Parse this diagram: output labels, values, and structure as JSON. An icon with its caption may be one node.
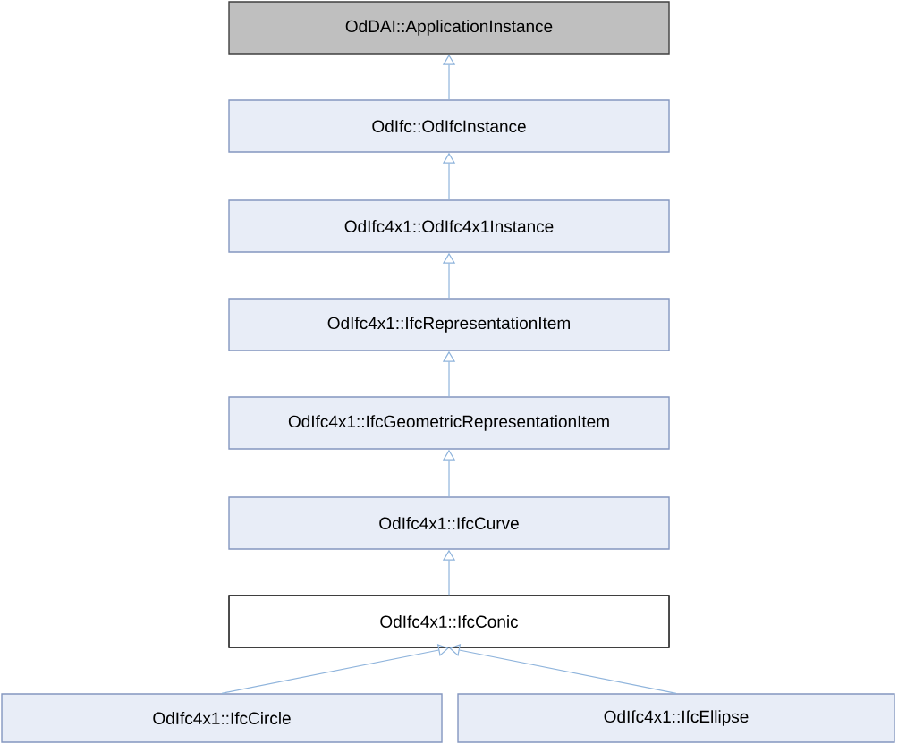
{
  "diagram": {
    "nodes": [
      {
        "text": [
          "OdDAI::ApplicationInstance"
        ]
      },
      {
        "text": [
          "OdIfc::OdIfcInstance"
        ]
      },
      {
        "text": [
          "OdIfc4x1::OdIfc4x1Instance"
        ]
      },
      {
        "text": [
          "OdIfc4x1::IfcRepresentationItem"
        ]
      },
      {
        "text": [
          "OdIfc4x1::IfcGeometricRepresentationItem"
        ]
      },
      {
        "text": [
          "OdIfc4x1::IfcCurve"
        ]
      },
      {
        "text": [
          "OdIfc4x1::IfcConic"
        ]
      },
      {
        "text": [
          "OdIfc4x1::IfcCircle"
        ]
      },
      {
        "text": [
          "OdIfc4x1::IfcEllipse"
        ]
      }
    ],
    "edges": [
      {
        "from": 1,
        "to": 0,
        "arrow": "to"
      },
      {
        "from": 2,
        "to": 1,
        "arrow": "to"
      },
      {
        "from": 3,
        "to": 2,
        "arrow": "to"
      },
      {
        "from": 4,
        "to": 3,
        "arrow": "to"
      },
      {
        "from": 5,
        "to": 4,
        "arrow": "to"
      },
      {
        "from": 6,
        "to": 5,
        "arrow": "to"
      },
      {
        "from": 7,
        "to": 6,
        "arrow": "to"
      },
      {
        "from": 8,
        "to": 6,
        "arrow": "to"
      }
    ]
  }
}
